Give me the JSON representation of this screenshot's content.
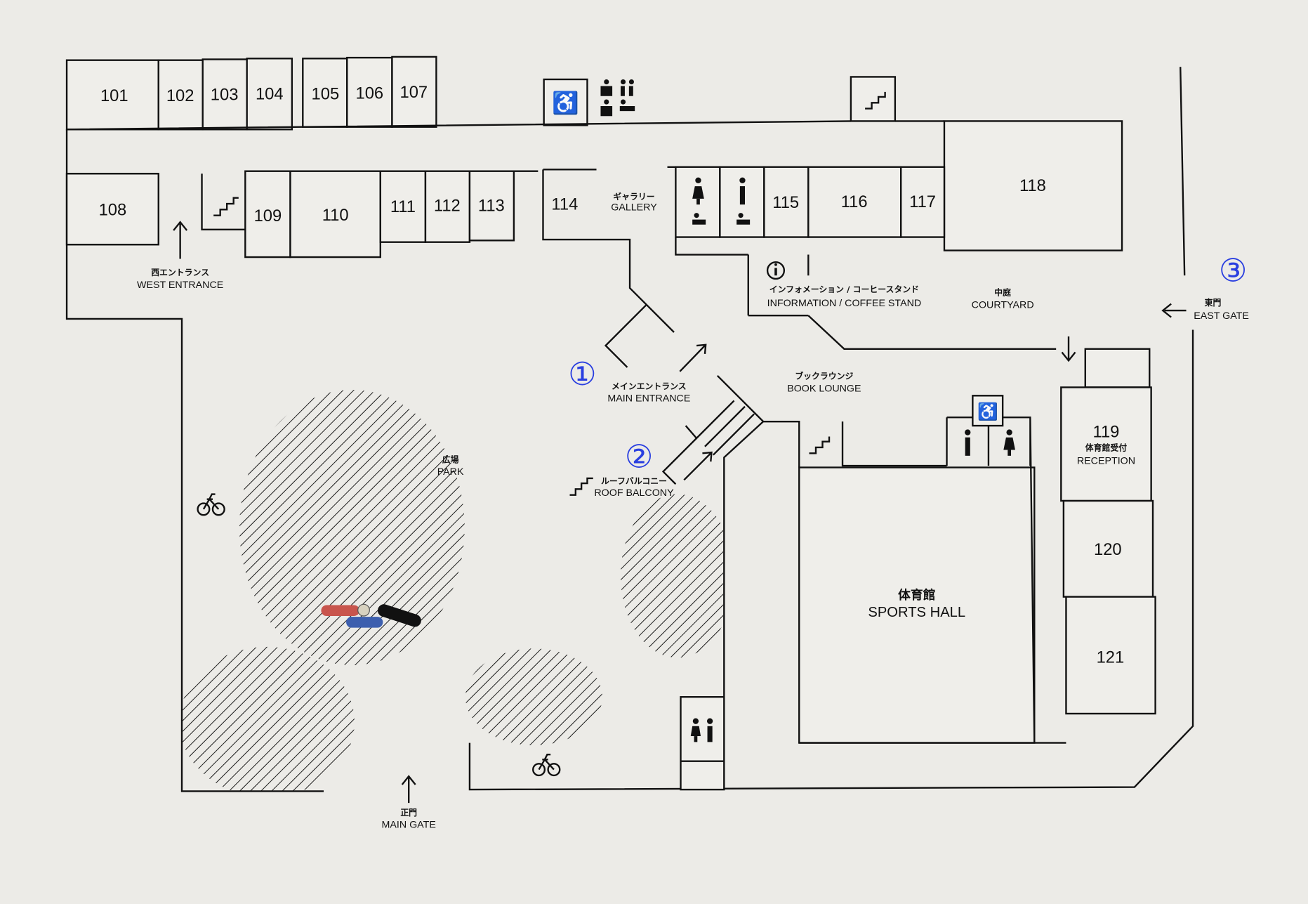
{
  "map": {
    "rooms": {
      "r101": "101",
      "r102": "102",
      "r103": "103",
      "r104": "104",
      "r105": "105",
      "r106": "106",
      "r107": "107",
      "r108": "108",
      "r109": "109",
      "r110": "110",
      "r111": "111",
      "r112": "112",
      "r113": "113",
      "r114": "114",
      "r115": "115",
      "r116": "116",
      "r117": "117",
      "r118": "118",
      "r119": "119",
      "r120": "120",
      "r121": "121"
    },
    "labels": {
      "gallery_jp": "ギャラリー",
      "gallery_en": "GALLERY",
      "info_jp": "インフォメーション / コーヒースタンド",
      "info_en": "INFORMATION / COFFEE STAND",
      "courtyard_jp": "中庭",
      "courtyard_en": "COURTYARD",
      "east_gate_jp": "東門",
      "east_gate_en": "EAST GATE",
      "west_entrance_jp": "西エントランス",
      "west_entrance_en": "WEST ENTRANCE",
      "main_entrance_jp": "メインエントランス",
      "main_entrance_en": "MAIN ENTRANCE",
      "book_lounge_jp": "ブックラウンジ",
      "book_lounge_en": "BOOK LOUNGE",
      "roof_balcony_jp": "ルーフバルコニー",
      "roof_balcony_en": "ROOF BALCONY",
      "park_jp": "広場",
      "park_en": "PARK",
      "reception_jp": "体育館受付",
      "reception_en": "RECEPTION",
      "sports_hall_jp": "体育館",
      "sports_hall_en": "SPORTS HALL",
      "main_gate_jp": "正門",
      "main_gate_en": "MAIN GATE"
    },
    "markers": {
      "m1": "①",
      "m2": "②",
      "m3": "③"
    },
    "colors": {
      "marker": "#2a3fe0",
      "line": "#111111",
      "paper": "#ecebe7"
    }
  }
}
